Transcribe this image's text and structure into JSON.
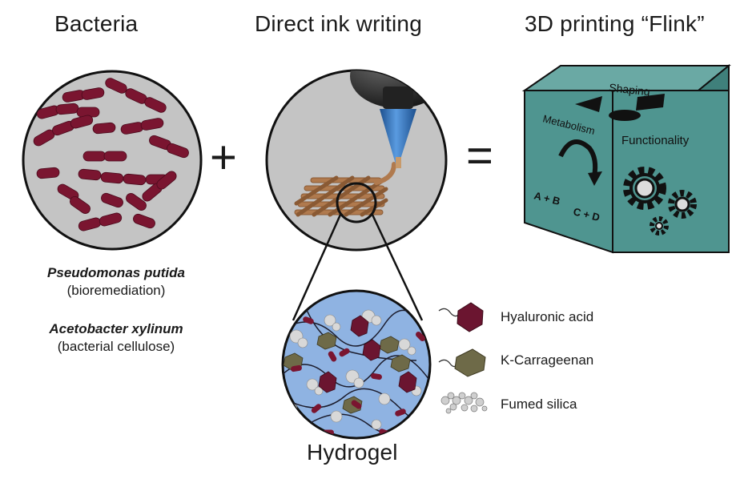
{
  "headings": {
    "bacteria": "Bacteria",
    "diw": "Direct ink writing",
    "flink": "3D printing “Flink”",
    "hydrogel": "Hydrogel"
  },
  "operators": {
    "plus": "+",
    "equals": "="
  },
  "species": [
    {
      "name": "Pseudomonas putida",
      "use": "(bioremediation)"
    },
    {
      "name": "Acetobacter xylinum",
      "use": "(bacterial cellulose)"
    }
  ],
  "cube": {
    "top_label": "Shaping",
    "left_label": "Metabolism",
    "reaction_from": "A + B",
    "reaction_to": "C + D",
    "front_label": "Functionality",
    "colors": {
      "front": "#4f9590",
      "top": "#6aa9a4",
      "side": "#3f807b"
    }
  },
  "legend": [
    {
      "label": "Hyaluronic acid",
      "icon": "hexagon-maroon-icon",
      "color": "#6b1530"
    },
    {
      "label": "Κ-Carrageenan",
      "icon": "hexagon-olive-icon",
      "color": "#6e6a48"
    },
    {
      "label": "Fumed silica",
      "icon": "silica-cluster-icon",
      "color": "#b9b9b9"
    }
  ],
  "colors": {
    "bacteria": "#7a1530",
    "circle_bg": "#c4c4c4",
    "hydrogel_bg": "#8fb3e2",
    "fiber": "#b07a4e",
    "nozzle": "#2f6fb8"
  }
}
